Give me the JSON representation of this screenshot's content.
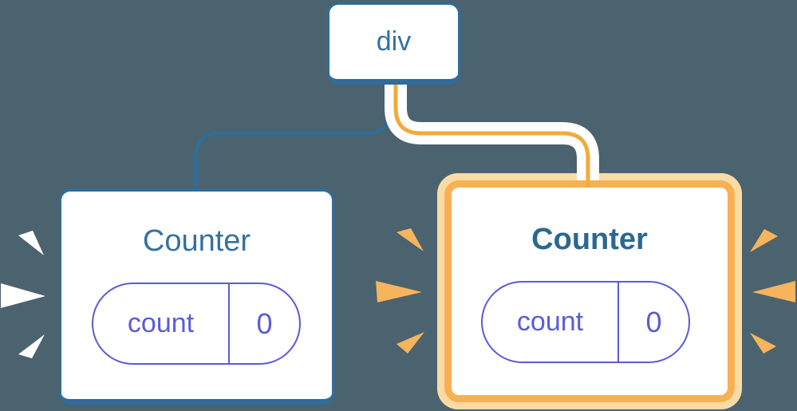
{
  "diagram": {
    "root_node": {
      "label": "div"
    },
    "counters": [
      {
        "title": "Counter",
        "state_key": "count",
        "state_value": "0",
        "highlighted": false,
        "spark_style": "white"
      },
      {
        "title": "Counter",
        "state_key": "count",
        "state_value": "0",
        "highlighted": true,
        "spark_style": "orange"
      }
    ]
  },
  "colors": {
    "background": "#4b636e",
    "blue": "#2e6d9d",
    "blue_text": "#33719f",
    "title_left": "#35719f",
    "title_right": "#2b6890",
    "purple_border": "#5b5bd6",
    "purple_text": "#5a5cd8",
    "orange_line": "#f3a93c",
    "orange_ring": "#f7b155",
    "orange_ring_light": "#fbdba5",
    "spark_orange": "#f6b45c",
    "spark_white": "#ffffff"
  }
}
